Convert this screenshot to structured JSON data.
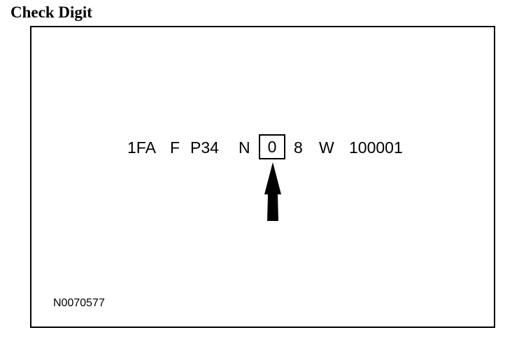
{
  "title": "Check Digit",
  "vin_segments": [
    "1FA",
    "F",
    "P34",
    "N",
    "0",
    "8",
    "W",
    "100001"
  ],
  "reference_number": "N0070577",
  "icons": {
    "pointer": "arrow-up-icon"
  },
  "colors": {
    "ink": "#000000",
    "background": "#ffffff"
  }
}
